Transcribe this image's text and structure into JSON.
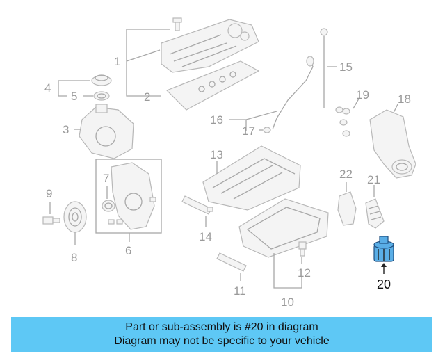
{
  "callouts": {
    "c1": "1",
    "c2": "2",
    "c3": "3",
    "c4": "4",
    "c5": "5",
    "c6": "6",
    "c7": "7",
    "c8": "8",
    "c9": "9",
    "c10": "10",
    "c11": "11",
    "c12": "12",
    "c13": "13",
    "c14": "14",
    "c15": "15",
    "c16": "16",
    "c17": "17",
    "c18": "18",
    "c19": "19",
    "c20": "20",
    "c21": "21",
    "c22": "22"
  },
  "highlight": {
    "part_number": "20",
    "color": "#5aaee6"
  },
  "banner": {
    "line1": "Part or sub-assembly is #20 in diagram",
    "line2": "Diagram may not be specific to your vehicle",
    "background": "#5ec8f5"
  }
}
